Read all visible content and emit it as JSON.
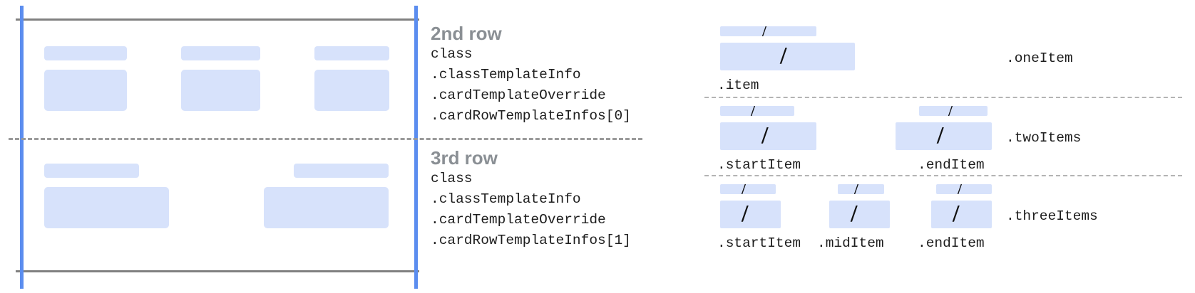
{
  "colors": {
    "placeholder_fill": "#d7e2fb",
    "guide_blue": "#5b8def",
    "guide_gray": "#808080",
    "dash_gray": "#9a9a9a",
    "heading_gray": "#8a8f94",
    "code_text": "#1d1d1d"
  },
  "card_preview": {
    "row_2": {
      "columns": [
        {
          "label_box": true,
          "content_box": true
        },
        {
          "label_box": true,
          "content_box": true
        },
        {
          "label_box": true,
          "content_box": true
        }
      ]
    },
    "row_3": {
      "columns": [
        {
          "label_box": true,
          "content_box": true
        },
        {
          "label_box": true,
          "content_box": true
        }
      ]
    }
  },
  "captions": [
    {
      "title": "2nd row",
      "lines": [
        "class",
        ".classTemplateInfo",
        ".cardTemplateOverride",
        ".cardRowTemplateInfos[0]"
      ]
    },
    {
      "title": "3rd row",
      "lines": [
        "class",
        ".classTemplateInfo",
        ".cardTemplateOverride",
        ".cardRowTemplateInfos[1]"
      ]
    }
  ],
  "layouts": [
    {
      "name": ".oneItem",
      "slots": [
        {
          "caption": ".item",
          "slash": "/"
        }
      ]
    },
    {
      "name": ".twoItems",
      "slots": [
        {
          "caption": ".startItem",
          "slash": "/"
        },
        {
          "caption": ".endItem",
          "slash": "/"
        }
      ]
    },
    {
      "name": ".threeItems",
      "slots": [
        {
          "caption": ".startItem",
          "slash": "/"
        },
        {
          "caption": ".midItem",
          "slash": "/"
        },
        {
          "caption": ".endItem",
          "slash": "/"
        }
      ]
    }
  ]
}
